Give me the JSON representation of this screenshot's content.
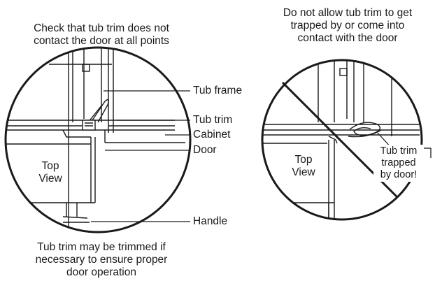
{
  "captions": {
    "left_top": "Check that tub trim does not\ncontact the door at all points",
    "right_top": "Do not allow tub trim to get\ntrapped by or come into\ncontact with the door",
    "left_bottom": "Tub trim may be trimmed if\nnecessary to ensure proper\ndoor operation"
  },
  "labels": {
    "tub_frame": "Tub frame",
    "tub_trim": "Tub trim",
    "cabinet": "Cabinet",
    "door": "Door",
    "handle": "Handle",
    "top_view_left": "Top\nView",
    "top_view_right": "Top\nView",
    "tub_trim_trapped": "Tub trim\ntrapped\nby door!"
  },
  "colors": {
    "line": "#1a1a1a",
    "background": "#ffffff"
  }
}
